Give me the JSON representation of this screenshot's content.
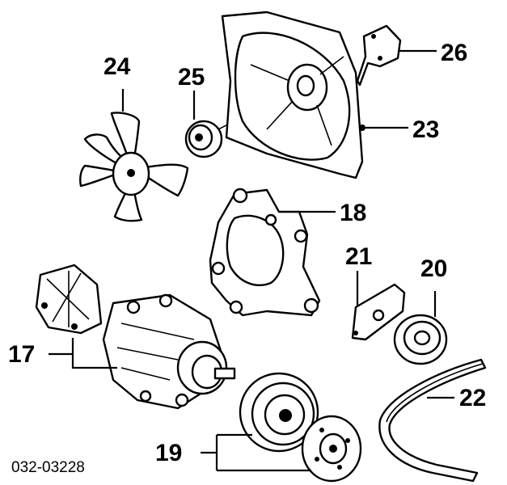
{
  "labels": {
    "p17": "17",
    "p18": "18",
    "p19": "19",
    "p20": "20",
    "p21": "21",
    "p22": "22",
    "p23": "23",
    "p24": "24",
    "p25": "25",
    "p26": "26"
  },
  "figure_code": "032-03228"
}
